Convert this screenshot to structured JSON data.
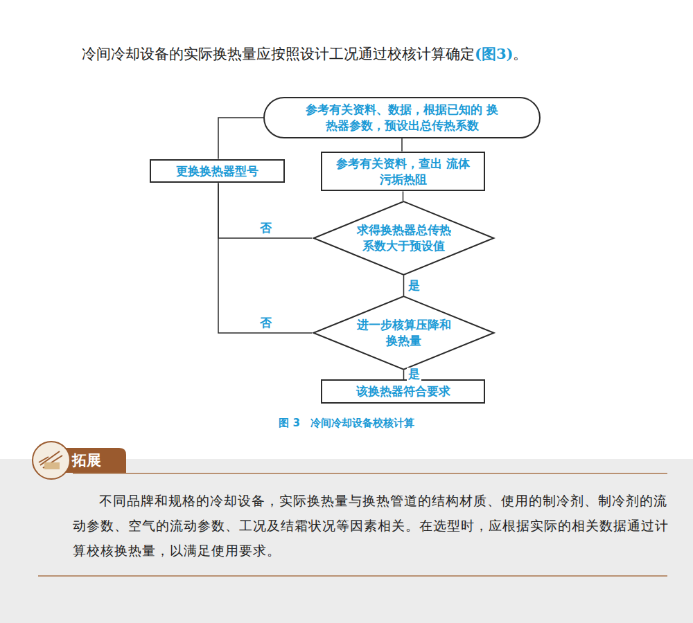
{
  "diagram": {
    "caption": "图 3　冷间冷却设备校核计算",
    "nodes": [
      {
        "text": [
          "参考有关资料、数据，根据已知的 换热器参数，预设出总传热系数"
        ]
      },
      {
        "text": [
          "参考有关资料，查出 流体污垢热阻"
        ]
      },
      {
        "text": [
          "求得换热器总传热 系数大于预设值"
        ]
      },
      {
        "text": [
          "进一步核算压降和 换热量"
        ]
      },
      {
        "text": [
          "该换热器符合要求"
        ]
      },
      {
        "text": [
          "更换换热器型号"
        ]
      }
    ],
    "edges": [
      {
        "from": 0,
        "to": 1,
        "arrow": "none"
      },
      {
        "from": 1,
        "to": 2,
        "arrow": "none"
      },
      {
        "from": 2,
        "to": 3,
        "label": "是",
        "arrow": "none"
      },
      {
        "from": 3,
        "to": 4,
        "label": "是",
        "arrow": "none"
      },
      {
        "from": 2,
        "to": 5,
        "label": "否",
        "arrow": "none"
      },
      {
        "from": 3,
        "to": 5,
        "label": "否",
        "arrow": "none"
      },
      {
        "from": 5,
        "to": 0,
        "arrow": "none"
      }
    ],
    "labels": [
      "冷间冷却设备的实际换热量应按照设计工况通过校核计算确定",
      "(图3)",
      "。",
      "拓展",
      "不同品牌和规格的冷却设备，实际换热量与换热管道的结构材质、使用的制冷剂、制冷剂的流动参数、空气的流动参数、工况及结霜状况等因素相关。在选型时，应根据实际的相关数据通过计算校核换热量，以满足使用要求。"
    ]
  }
}
